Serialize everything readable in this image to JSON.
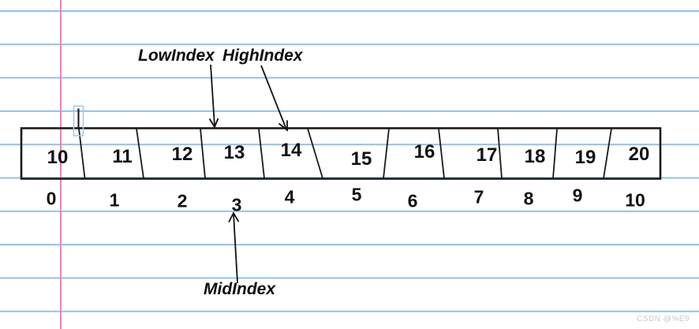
{
  "labels": {
    "low": "LowIndex",
    "high": "HighIndex",
    "mid": "MidIndex"
  },
  "array": {
    "values": [
      "10",
      "11",
      "12",
      "13",
      "14",
      "15",
      "16",
      "17",
      "18",
      "19",
      "20"
    ],
    "indices": [
      "0",
      "1",
      "2",
      "3",
      "4",
      "5",
      "6",
      "7",
      "8",
      "9",
      "10"
    ]
  },
  "pointers": {
    "low_index_cell": 3,
    "high_index_cell": 4,
    "mid_index_cell": 3
  },
  "colors": {
    "ruled_line": "#8fc2ec",
    "margin_line": "#fa7ab8",
    "ink": "#1a1a1a",
    "cursor_box": "#a9c9e9"
  },
  "watermark": "CSDN @%E9"
}
